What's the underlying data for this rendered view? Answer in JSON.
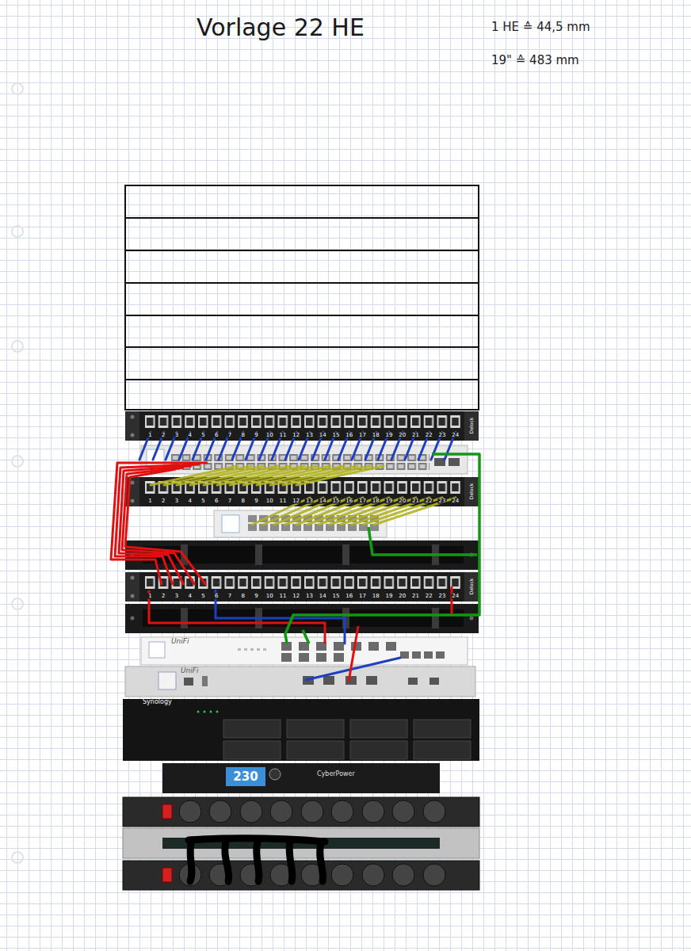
{
  "diagram": {
    "title": "Vorlage 22 HE",
    "labels": [
      "1 HE ≙ 44,5 mm",
      "19\" ≙ 483 mm",
      "1",
      "2",
      "3",
      "4",
      "5",
      "6",
      "7",
      "8",
      "9",
      "10",
      "11",
      "12",
      "13",
      "14",
      "15",
      "16",
      "17",
      "18",
      "19",
      "20",
      "21",
      "22",
      "23",
      "24",
      "1",
      "2",
      "3",
      "4",
      "5",
      "6",
      "7",
      "8",
      "9",
      "10",
      "11",
      "12",
      "13",
      "14",
      "15",
      "16",
      "17",
      "18",
      "19",
      "20",
      "21",
      "22",
      "23",
      "24",
      "1",
      "2",
      "3",
      "4",
      "5",
      "6",
      "7",
      "8",
      "9",
      "10",
      "11",
      "12",
      "13",
      "14",
      "15",
      "16",
      "17",
      "18",
      "19",
      "20",
      "21",
      "22",
      "23",
      "24",
      "UniFi",
      "UniFi",
      "Synology",
      "CyberPower",
      "230",
      "Delock",
      "Delock",
      "Delock"
    ]
  }
}
